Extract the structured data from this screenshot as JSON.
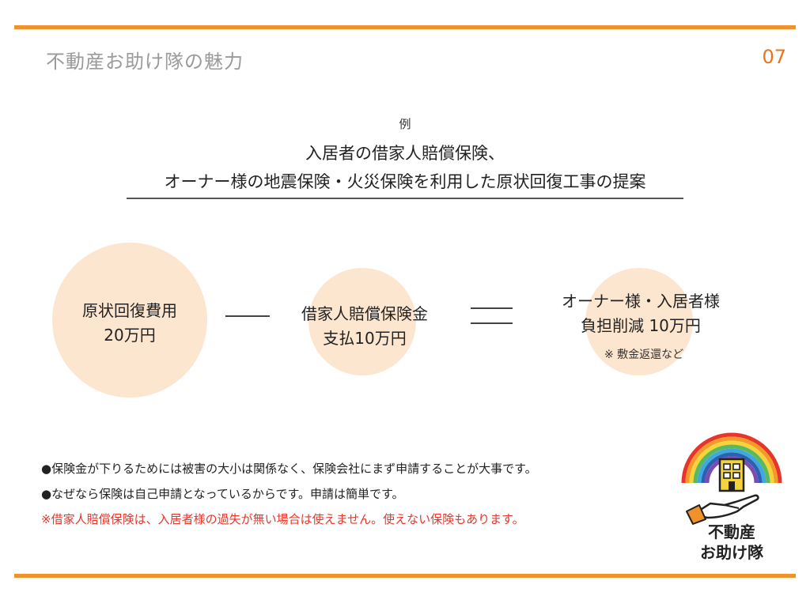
{
  "header": {
    "title": "不動産お助け隊の魅力",
    "page_number": "07"
  },
  "main": {
    "example_label": "例",
    "headline_line1": "入居者の借家人賠償保険、",
    "headline_line2": "オーナー様の地震保険・火災保険を利用した原状回復工事の提案",
    "circle1": {
      "line1": "原状回復費用",
      "line2": "20万円"
    },
    "circle2": {
      "line1": "借家人賠償保険金",
      "line2": "支払10万円"
    },
    "circle3": {
      "line1": "オーナー様・入居者様",
      "line2": "負担削減 10万円",
      "note": "※ 敷金返還など"
    }
  },
  "notes": {
    "bullet1": "●保険金が下りるためには被害の大小は関係なく、保険会社にまず申請することが大事です。",
    "bullet2": "●なぜなら保険は自己申請となっているからです。申請は簡単です。",
    "warning": "※借家人賠償保険は、入居者様の過失が無い場合は使えません。使えない保険もあります。"
  },
  "logo": {
    "line1": "不動産",
    "line2": "お助け隊"
  },
  "colors": {
    "accent_orange": "#f0922b",
    "page_number": "#e8741e",
    "circle_fill": "#fde6cf",
    "warning_red": "#e8352a"
  }
}
